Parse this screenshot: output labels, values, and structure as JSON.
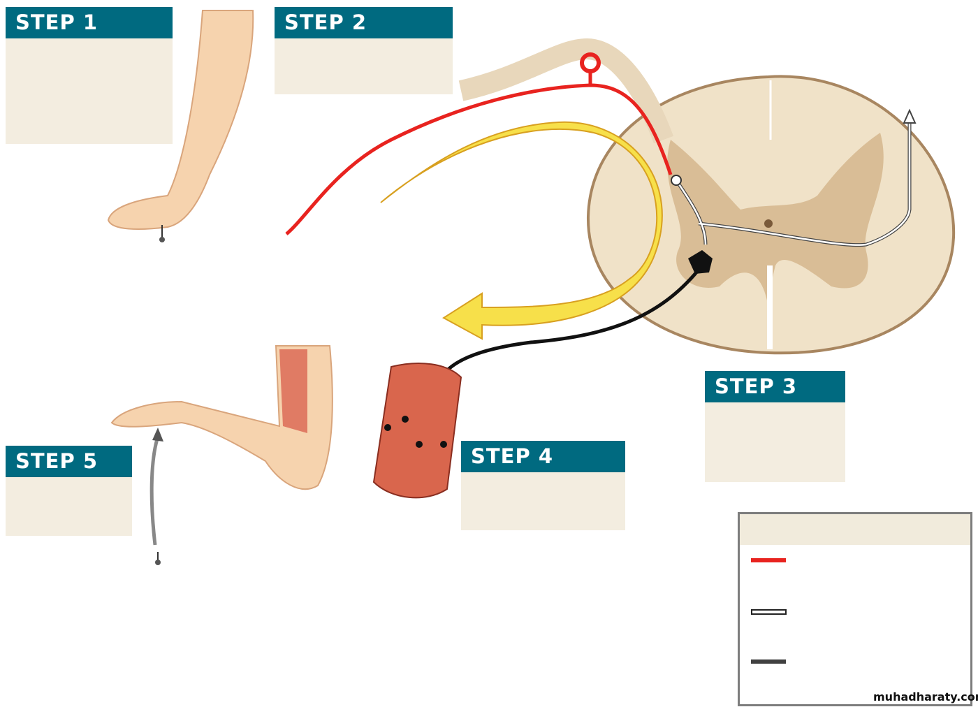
{
  "steps": [
    {
      "label": "STEP 1"
    },
    {
      "label": "STEP 2"
    },
    {
      "label": "STEP 3"
    },
    {
      "label": "STEP 4"
    },
    {
      "label": "STEP 5"
    }
  ],
  "legend": {
    "colors": {
      "sensory": "#e8231f",
      "interneuron": "#ffffff",
      "motor": "#404040"
    }
  },
  "watermark": "muhadharaty.com",
  "colors": {
    "header": "#006a80",
    "box": "#f3ede0",
    "arrow": "#f7e04a"
  }
}
